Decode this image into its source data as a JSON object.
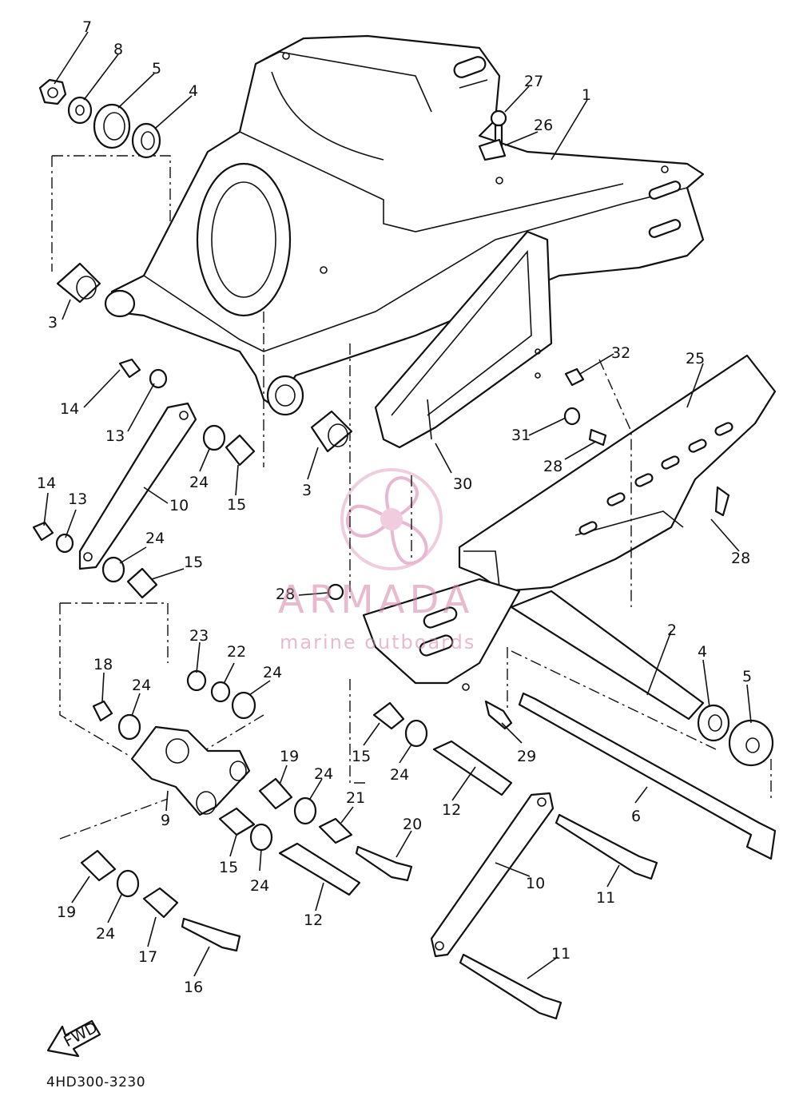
{
  "diagram_code": "4HD300-3230",
  "fwd_arrow": "FWD",
  "watermark": {
    "title": "ARMADA",
    "subtitle": "marine outboards"
  },
  "callouts": [
    {
      "id": "c7",
      "n": "7"
    },
    {
      "id": "c8",
      "n": "8"
    },
    {
      "id": "c5a",
      "n": "5"
    },
    {
      "id": "c4a",
      "n": "4"
    },
    {
      "id": "c3a",
      "n": "3"
    },
    {
      "id": "c3b",
      "n": "3"
    },
    {
      "id": "c27",
      "n": "27"
    },
    {
      "id": "c26",
      "n": "26"
    },
    {
      "id": "c1",
      "n": "1"
    },
    {
      "id": "c32",
      "n": "32"
    },
    {
      "id": "c25",
      "n": "25"
    },
    {
      "id": "c31",
      "n": "31"
    },
    {
      "id": "c28a",
      "n": "28"
    },
    {
      "id": "c28b",
      "n": "28"
    },
    {
      "id": "c28c",
      "n": "28"
    },
    {
      "id": "c30",
      "n": "30"
    },
    {
      "id": "c14a",
      "n": "14"
    },
    {
      "id": "c13a",
      "n": "13"
    },
    {
      "id": "c14b",
      "n": "14"
    },
    {
      "id": "c13b",
      "n": "13"
    },
    {
      "id": "c10a",
      "n": "10"
    },
    {
      "id": "c24a",
      "n": "24"
    },
    {
      "id": "c15a",
      "n": "15"
    },
    {
      "id": "c24b",
      "n": "24"
    },
    {
      "id": "c15b",
      "n": "15"
    },
    {
      "id": "c2",
      "n": "2"
    },
    {
      "id": "c4b",
      "n": "4"
    },
    {
      "id": "c5b",
      "n": "5"
    },
    {
      "id": "c23",
      "n": "23"
    },
    {
      "id": "c22",
      "n": "22"
    },
    {
      "id": "c24c",
      "n": "24"
    },
    {
      "id": "c18",
      "n": "18"
    },
    {
      "id": "c24d",
      "n": "24"
    },
    {
      "id": "c15c",
      "n": "15"
    },
    {
      "id": "c24e",
      "n": "24"
    },
    {
      "id": "c29",
      "n": "29"
    },
    {
      "id": "c19a",
      "n": "19"
    },
    {
      "id": "c24f",
      "n": "24"
    },
    {
      "id": "c21",
      "n": "21"
    },
    {
      "id": "c12a",
      "n": "12"
    },
    {
      "id": "c6",
      "n": "6"
    },
    {
      "id": "c9",
      "n": "9"
    },
    {
      "id": "c20",
      "n": "20"
    },
    {
      "id": "c15d",
      "n": "15"
    },
    {
      "id": "c24g",
      "n": "24"
    },
    {
      "id": "c10b",
      "n": "10"
    },
    {
      "id": "c11a",
      "n": "11"
    },
    {
      "id": "c19b",
      "n": "19"
    },
    {
      "id": "c24h",
      "n": "24"
    },
    {
      "id": "c12b",
      "n": "12"
    },
    {
      "id": "c17",
      "n": "17"
    },
    {
      "id": "c11b",
      "n": "11"
    },
    {
      "id": "c16",
      "n": "16"
    }
  ]
}
